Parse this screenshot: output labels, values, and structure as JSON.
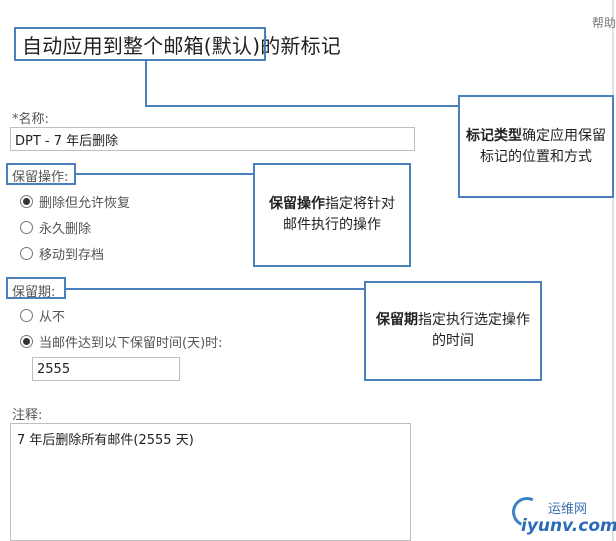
{
  "header": {
    "help_link": "帮助",
    "title": "自动应用到整个邮箱(默认)的新标记"
  },
  "form": {
    "name_label": "*名称:",
    "name_value": "DPT - 7 年后删除",
    "action_label": "保留操作:",
    "action_options": [
      {
        "label": "删除但允许恢复",
        "selected": true
      },
      {
        "label": "永久删除",
        "selected": false
      },
      {
        "label": "移动到存档",
        "selected": false
      }
    ],
    "period_label": "保留期:",
    "period_options": [
      {
        "label": "从不",
        "selected": false
      },
      {
        "label": "当邮件达到以下保留时间(天)时:",
        "selected": true
      }
    ],
    "days_value": "2555",
    "comment_label": "注释:",
    "comment_value": "7 年后删除所有邮件(2555 天)"
  },
  "callouts": {
    "tag_type": {
      "bold": "标记类型",
      "text": "确定应用保留标记的位置和方式"
    },
    "retention_action": {
      "bold": "保留操作",
      "text": "指定将针对邮件执行的操作"
    },
    "retention_period": {
      "bold": "保留期",
      "text": "指定执行选定操作的时间"
    }
  },
  "watermark": {
    "top": "运维网",
    "bottom": "iyunv.com"
  },
  "colors": {
    "highlight": "#4a7fbd",
    "watermark": "#2a6ab8"
  }
}
